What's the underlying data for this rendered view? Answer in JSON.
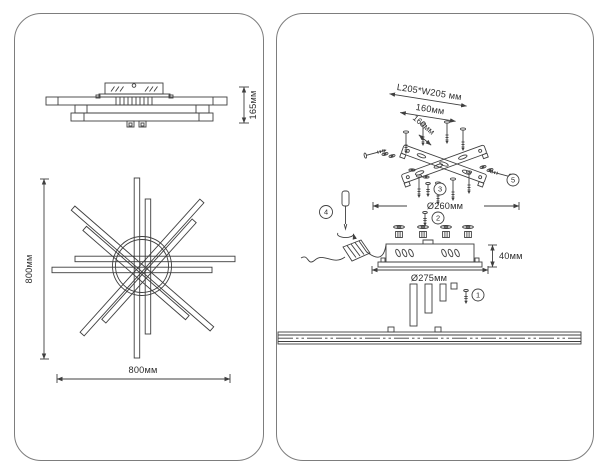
{
  "diagram": {
    "background_color": "#ffffff",
    "line_color": "#3f3f3f",
    "panel_border_color": "#7d7d7d"
  },
  "left_panel": {
    "side_view": {
      "height_label": "165мм"
    },
    "top_view": {
      "vertical_label": "800мм",
      "horizontal_label": "800мм"
    }
  },
  "right_panel": {
    "mount_bracket": {
      "plate_label": "L205*W205 мм",
      "spacing_label": "160мм",
      "cross_spacing_label": "160мм"
    },
    "canopy": {
      "holes_diameter_label": "Ø260мм",
      "base_diameter_label": "Ø275мм",
      "height_label": "40мм"
    },
    "callouts": {
      "n1": "1",
      "n2": "2",
      "n3": "3",
      "n4": "4",
      "n5": "5"
    }
  }
}
